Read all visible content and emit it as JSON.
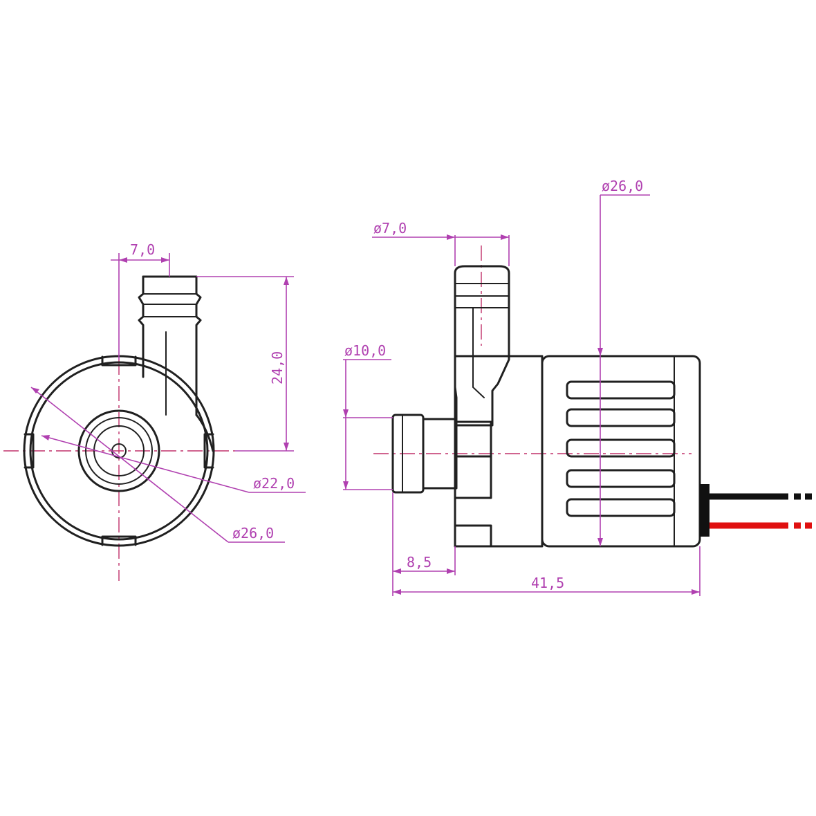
{
  "colors": {
    "outline": "#202020",
    "dimension": "#b040b0",
    "centerline": "#c0306a",
    "wire_black": "#111111",
    "wire_red": "#e01010"
  },
  "front_view": {
    "outlet_width": "7,0",
    "outlet_height": "24,0",
    "inner_diameter": "ø22,0",
    "outer_diameter": "ø26,0"
  },
  "side_view": {
    "outlet_diameter": "ø7,0",
    "inlet_diameter": "ø10,0",
    "body_diameter": "ø26,0",
    "inlet_length": "8,5",
    "overall_length": "41,5"
  }
}
